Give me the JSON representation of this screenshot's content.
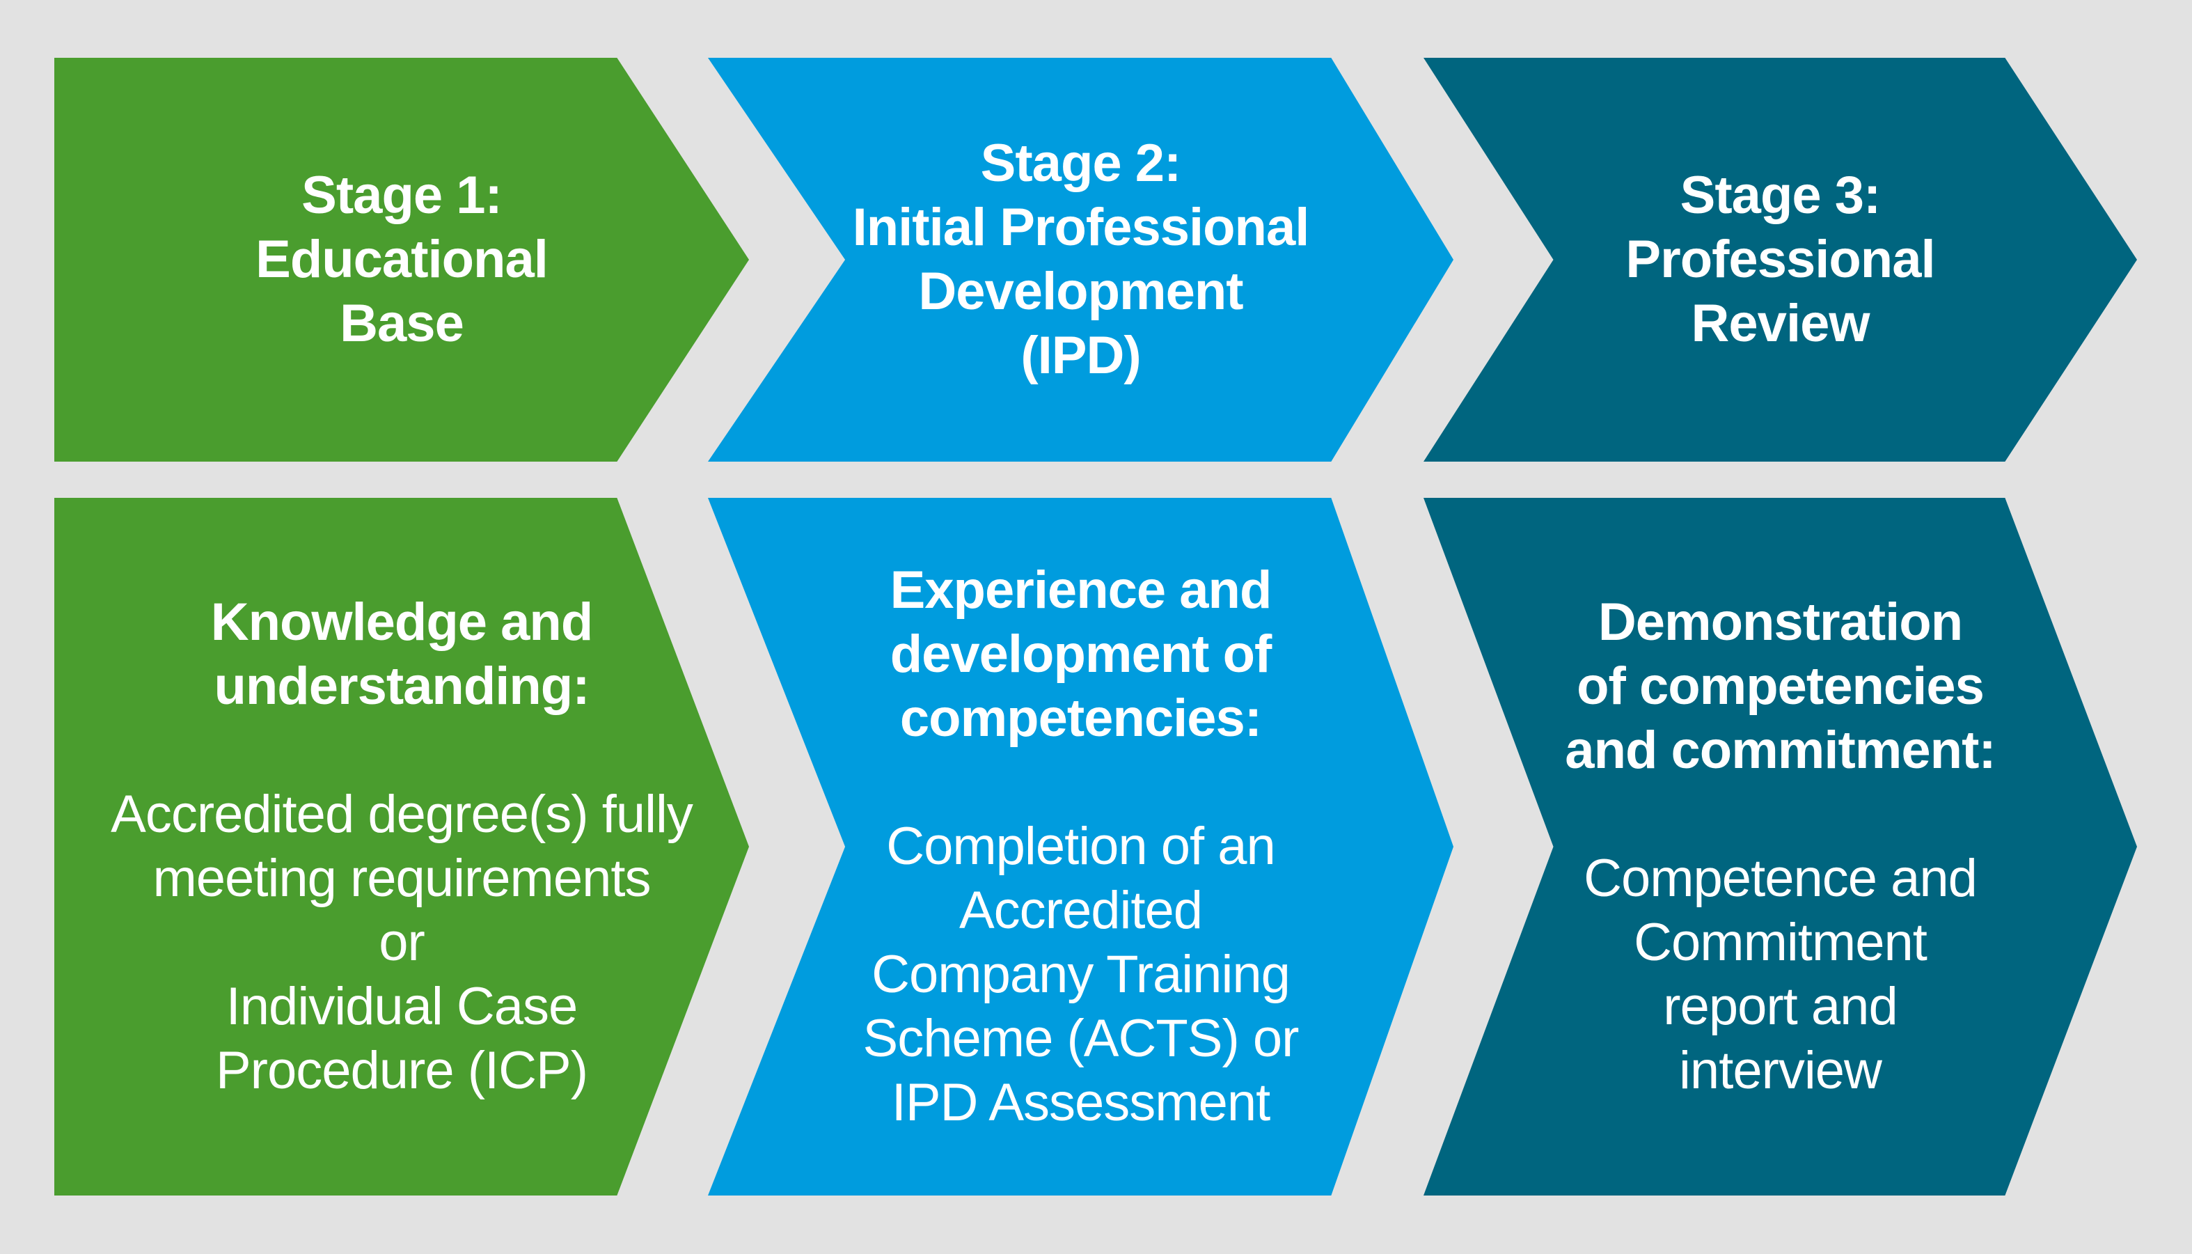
{
  "diagram_title": "Three-stage professional qualification process",
  "background_color": "#E2E2E2",
  "text_color": "#FFFFFF",
  "stages": [
    {
      "id": "stage-1",
      "accent_color": "#4A9D2E",
      "top": {
        "lines": [
          "Stage 1:",
          "Educational",
          "Base"
        ]
      },
      "bottom": {
        "header_lines": [
          "Knowledge and",
          "understanding:"
        ],
        "body_lines": [
          "Accredited degree(s) fully",
          "meeting requirements",
          "or",
          "Individual Case",
          "Procedure (ICP)"
        ]
      }
    },
    {
      "id": "stage-2",
      "accent_color": "#009CDE",
      "top": {
        "lines": [
          "Stage 2:",
          "Initial Professional",
          "Development",
          "(IPD)"
        ]
      },
      "bottom": {
        "header_lines": [
          "Experience and",
          "development of",
          "competencies:"
        ],
        "body_lines": [
          "Completion of an",
          "Accredited",
          "Company Training",
          "Scheme (ACTS) or",
          "IPD Assessment"
        ]
      }
    },
    {
      "id": "stage-3",
      "accent_color": "#00657F",
      "top": {
        "lines": [
          "Stage 3:",
          "Professional",
          "Review"
        ]
      },
      "bottom": {
        "header_lines": [
          "Demonstration",
          "of competencies",
          "and commitment:"
        ],
        "body_lines": [
          "Competence and",
          "Commitment",
          "report and",
          "interview"
        ]
      }
    }
  ]
}
